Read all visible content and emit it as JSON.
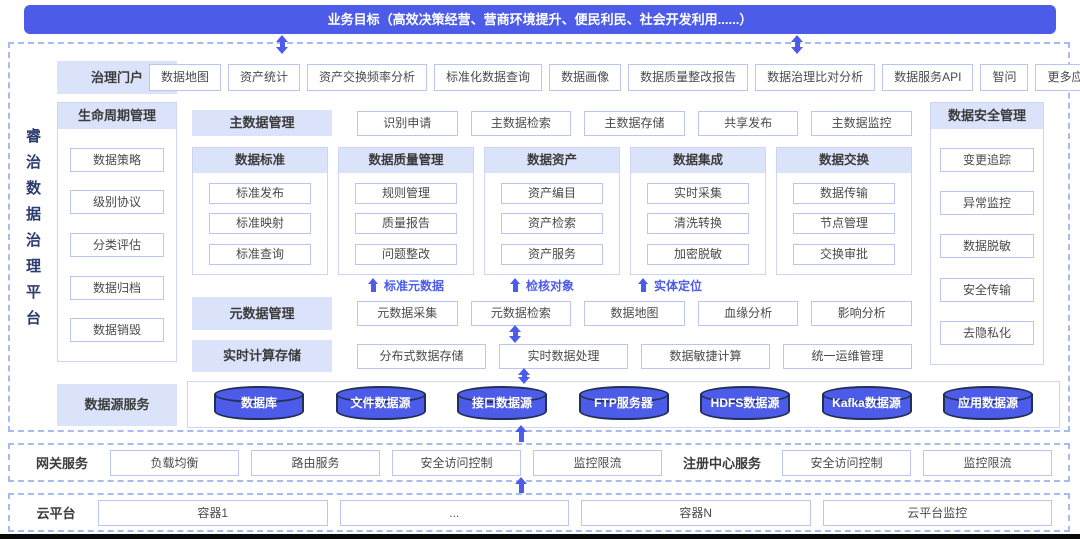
{
  "banner": {
    "text": "业务目标（高效决策经营、营商环境提升、便民利民、社会开发利用......）"
  },
  "platform_label": "睿治数据治理平台",
  "portal": {
    "label": "治理门户",
    "items": [
      "数据地图",
      "资产统计",
      "资产交换频率分析",
      "标准化数据查询",
      "数据画像",
      "数据质量整改报告",
      "数据治理比对分析",
      "数据服务API",
      "智问",
      "更多应用"
    ]
  },
  "lifecycle": {
    "label": "生命周期管理",
    "items": [
      "数据策略",
      "级别协议",
      "分类评估",
      "数据归档",
      "数据销毁"
    ]
  },
  "master_data": {
    "label": "主数据管理",
    "items": [
      "识别申请",
      "主数据检索",
      "主数据存储",
      "共享发布",
      "主数据监控"
    ]
  },
  "modules": [
    {
      "title": "数据标准",
      "items": [
        "标准发布",
        "标准映射",
        "标准查询"
      ]
    },
    {
      "title": "数据质量管理",
      "items": [
        "规则管理",
        "质量报告",
        "问题整改"
      ]
    },
    {
      "title": "数据资产",
      "items": [
        "资产编目",
        "资产检索",
        "资产服务"
      ]
    },
    {
      "title": "数据集成",
      "items": [
        "实时采集",
        "清洗转换",
        "加密脱敏"
      ]
    },
    {
      "title": "数据交换",
      "items": [
        "数据传输",
        "节点管理",
        "交换审批"
      ]
    }
  ],
  "flow_labels": [
    "标准元数据",
    "检核对象",
    "实体定位"
  ],
  "metadata": {
    "label": "元数据管理",
    "items": [
      "元数据采集",
      "元数据检索",
      "数据地图",
      "血缘分析",
      "影响分析"
    ]
  },
  "realtime": {
    "label": "实时计算存储",
    "items": [
      "分布式数据存储",
      "实时数据处理",
      "数据敏捷计算",
      "统一运维管理"
    ]
  },
  "security": {
    "label": "数据安全管理",
    "items": [
      "变更追踪",
      "异常监控",
      "数据脱敏",
      "安全传输",
      "去隐私化"
    ]
  },
  "datasource": {
    "label": "数据源服务",
    "items": [
      "数据库",
      "文件数据源",
      "接口数据源",
      "FTP服务器",
      "HDFS数据源",
      "Kafka数据源",
      "应用数据源"
    ]
  },
  "gateway": {
    "label": "网关服务",
    "items": [
      "负载均衡",
      "路由服务",
      "安全访问控制",
      "监控限流"
    ],
    "registry_label": "注册中心服务",
    "registry_items": [
      "安全访问控制",
      "监控限流"
    ]
  },
  "cloud": {
    "label": "云平台",
    "items": [
      "容器1",
      "...",
      "容器N",
      "云平台监控"
    ]
  },
  "colors": {
    "accent_blue": "#4c5ce8",
    "header_bg": "#dbe3fa",
    "box_border": "#b9c6ef",
    "dashed_border": "#a6bbf0",
    "cylinder_border": "#222f56",
    "text_dark": "#4a4a4a",
    "platform_title": "#2c3c6e"
  }
}
